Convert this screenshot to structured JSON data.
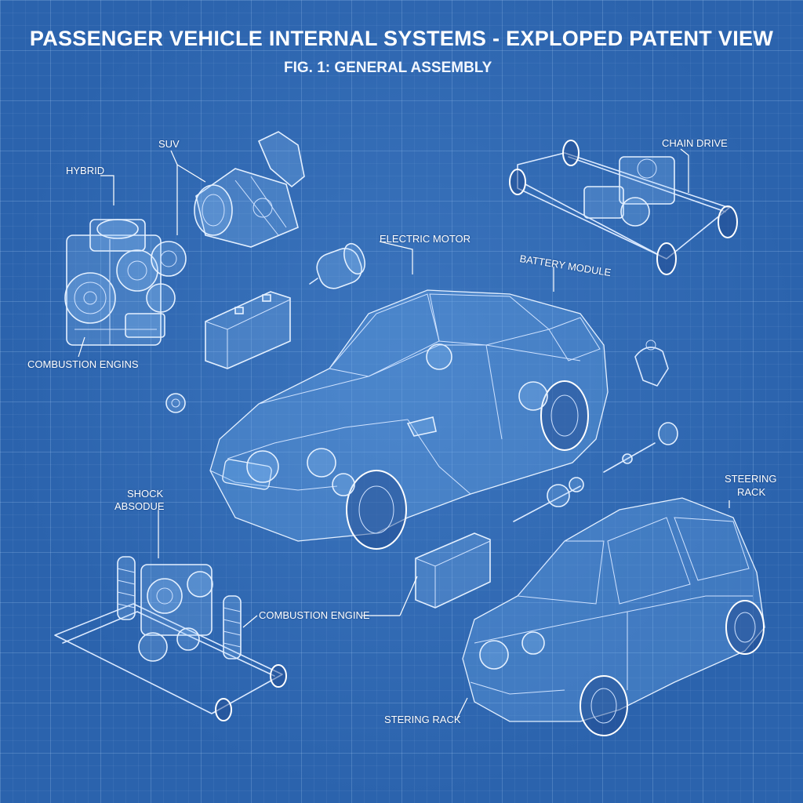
{
  "header": {
    "title": "PASSENGER VEHICLE INTERNAL SYSTEMS - EXPLOPED PATENT VIEW",
    "subtitle": "FIG. 1: GENERAL ASSEMBLY"
  },
  "labels": {
    "hybrid": "HYBRID",
    "suv": "SUV",
    "chain_drive": "CHAIN DRIVE",
    "electric_motor": "ELECTRIC MOTOR",
    "battery_module": "BATTERY MODULE",
    "combustion_engins": "COMBUSTION ENGINS",
    "shock_line1": "SHOCK",
    "shock_line2": "ABSODUE",
    "steering_rack_line1": "STEERING",
    "steering_rack_line2": "RACK",
    "combustion_engine": "COMBUSTION ENGINE",
    "stering_rack": "STERING RACK"
  },
  "colors": {
    "background": "#2b63ad",
    "line": "#dceaff",
    "text": "#ffffff"
  }
}
